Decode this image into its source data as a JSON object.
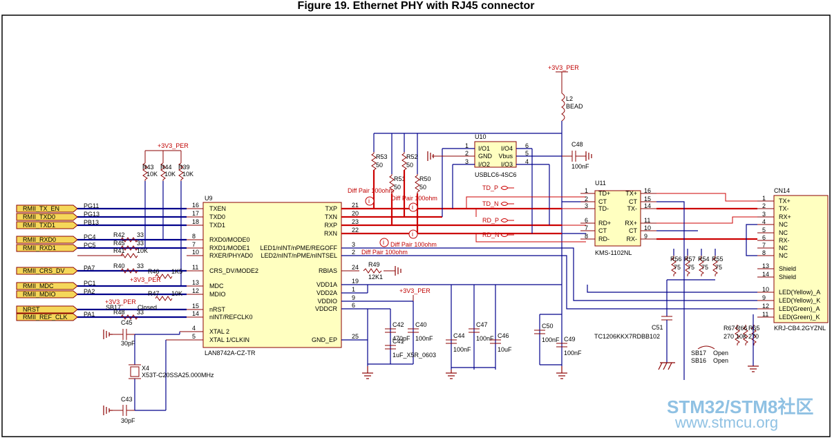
{
  "title": "Figure 19. Ethernet PHY with RJ45 connector",
  "power": "+3V3_PER",
  "l2": {
    "ref": "L2",
    "val": "BEAD"
  },
  "u9": {
    "ref": "U9",
    "part": "LAN8742A-CZ-TR",
    "left_pins": [
      {
        "num": "16",
        "name": "TXEN"
      },
      {
        "num": "17",
        "name": "TXD0"
      },
      {
        "num": "18",
        "name": "TXD1"
      },
      {
        "num": "8",
        "name": "RXD0/MODE0"
      },
      {
        "num": "7",
        "name": "RXD1/MODE1"
      },
      {
        "num": "10",
        "name": "RXER/PHYAD0"
      },
      {
        "num": "11",
        "name": "CRS_DV/MODE2"
      },
      {
        "num": "13",
        "name": "MDC"
      },
      {
        "num": "12",
        "name": "MDIO"
      },
      {
        "num": "15",
        "name": "nRST"
      },
      {
        "num": "14",
        "name": "nINT/REFCLK0"
      },
      {
        "num": "4",
        "name": "XTAL 2"
      },
      {
        "num": "5",
        "name": "XTAL 1/CLKIN"
      }
    ],
    "right_pins": [
      {
        "num": "21",
        "name": "TXP"
      },
      {
        "num": "20",
        "name": "TXN"
      },
      {
        "num": "23",
        "name": "RXP"
      },
      {
        "num": "22",
        "name": "RXN"
      },
      {
        "num": "3",
        "name": "LED1/nINT/nPME/REGOFF"
      },
      {
        "num": "2",
        "name": "LED2/nINT/nPME/nINTSEL"
      },
      {
        "num": "24",
        "name": "RBIAS"
      },
      {
        "num": "19",
        "name": "VDD1A"
      },
      {
        "num": "1",
        "name": "VDD2A"
      },
      {
        "num": "9",
        "name": "VDDIO"
      },
      {
        "num": "6",
        "name": "VDDCR"
      },
      {
        "num": "25",
        "name": "GND_EP"
      }
    ]
  },
  "ports": [
    {
      "label": "RMII_TX_EN",
      "pin": "PG11"
    },
    {
      "label": "RMII_TXD0",
      "pin": "PG13"
    },
    {
      "label": "RMII_TXD1",
      "pin": "PB13"
    },
    {
      "label": "RMII_RXD0",
      "pin": "PC4"
    },
    {
      "label": "RMII_RXD1",
      "pin": "PC5"
    },
    {
      "label": "RMII_CRS_DV",
      "pin": "PA7"
    },
    {
      "label": "RMII_MDC",
      "pin": "PC1"
    },
    {
      "label": "RMII_MDIO",
      "pin": "PA2"
    },
    {
      "label": "NRST",
      "pin": ""
    },
    {
      "label": "RMII_REF_CLK",
      "pin": "PA1"
    }
  ],
  "pullups": [
    {
      "ref": "R43",
      "val": "10K"
    },
    {
      "ref": "R44",
      "val": "10K"
    },
    {
      "ref": "R39",
      "val": "10K"
    }
  ],
  "series": [
    {
      "ref": "R42",
      "val": "33"
    },
    {
      "ref": "R45",
      "val": "33"
    },
    {
      "ref": "R41",
      "val": "10K"
    },
    {
      "ref": "R40",
      "val": "33"
    },
    {
      "ref": "R46",
      "val": "1K5"
    },
    {
      "ref": "R47",
      "val": "10K"
    },
    {
      "ref": "R48",
      "val": "33"
    }
  ],
  "sb17": {
    "ref": "SB17",
    "state": "Closed"
  },
  "caps_xtal": [
    {
      "ref": "C45",
      "val": "30pF"
    },
    {
      "ref": "C43",
      "val": "30pF"
    }
  ],
  "x4": {
    "ref": "X4",
    "part": "X53T-C20SSA25.000MHz"
  },
  "r49": {
    "ref": "R49",
    "val": "12K1"
  },
  "term_res": [
    {
      "ref": "R53",
      "val": "50"
    },
    {
      "ref": "R51",
      "val": "50"
    },
    {
      "ref": "R52",
      "val": "50"
    },
    {
      "ref": "R50",
      "val": "50"
    }
  ],
  "diff_label": "Diff Pair 100ohm",
  "u10": {
    "ref": "U10",
    "part": "USBLC6-4SC6",
    "pins": [
      {
        "l": "1",
        "name": "I/O1"
      },
      {
        "l": "2",
        "name": "GND"
      },
      {
        "l": "3",
        "name": "I/O2"
      },
      {
        "r": "6",
        "name": "I/O4"
      },
      {
        "r": "5",
        "name": "Vbus"
      },
      {
        "r": "4",
        "name": "I/O3"
      }
    ]
  },
  "c48": {
    "ref": "C48",
    "val": "100nF"
  },
  "nets": [
    "TD_P",
    "TD_N",
    "RD_P",
    "RD_N"
  ],
  "u11": {
    "ref": "U11",
    "part": "KMS-1102NL",
    "left": [
      {
        "num": "1",
        "name": "TD+"
      },
      {
        "num": "2",
        "name": "CT"
      },
      {
        "num": "3",
        "name": "TD-"
      },
      {
        "num": "6",
        "name": "RD+"
      },
      {
        "num": "7",
        "name": "CT"
      },
      {
        "num": "8",
        "name": "RD-"
      }
    ],
    "right": [
      {
        "num": "16",
        "name": "TX+"
      },
      {
        "num": "15",
        "name": "CT"
      },
      {
        "num": "14",
        "name": "TX-"
      },
      {
        "num": "11",
        "name": "RX+"
      },
      {
        "num": "10",
        "name": "CT"
      },
      {
        "num": "9",
        "name": "RX-"
      }
    ]
  },
  "cn14": {
    "ref": "CN14",
    "part": "KRJ-CB4.2GYZNL",
    "pins": [
      {
        "num": "1",
        "name": "TX+"
      },
      {
        "num": "2",
        "name": "TX-"
      },
      {
        "num": "3",
        "name": "RX+"
      },
      {
        "num": "4",
        "name": "NC"
      },
      {
        "num": "5",
        "name": "NC"
      },
      {
        "num": "6",
        "name": "RX-"
      },
      {
        "num": "7",
        "name": "NC"
      },
      {
        "num": "8",
        "name": "NC"
      },
      {
        "num": "13",
        "name": "Shield"
      },
      {
        "num": "14",
        "name": "Shield"
      },
      {
        "num": "10",
        "name": "LED(Yellow)_A"
      },
      {
        "num": "9",
        "name": "LED(Yellow)_K"
      },
      {
        "num": "12",
        "name": "LED(Green)_A"
      },
      {
        "num": "11",
        "name": "LED(Green)_K"
      }
    ]
  },
  "rj_res": [
    {
      "ref": "R56",
      "val": "75"
    },
    {
      "ref": "R57",
      "val": "75"
    },
    {
      "ref": "R54",
      "val": "75"
    },
    {
      "ref": "R55",
      "val": "75"
    }
  ],
  "led_res": [
    {
      "ref": "R67",
      "val": "270"
    },
    {
      "ref": "R66",
      "val": "10K"
    },
    {
      "ref": "R65",
      "val": "270"
    }
  ],
  "decoup": [
    {
      "ref": "C42",
      "val": "470pF"
    },
    {
      "ref": "C41",
      "val": "1uF_X5R_0603"
    },
    {
      "ref": "C40",
      "val": "100nF"
    },
    {
      "ref": "C44",
      "val": "100nF"
    },
    {
      "ref": "C47",
      "val": "100nF"
    },
    {
      "ref": "C46",
      "val": "10uF"
    },
    {
      "ref": "C50",
      "val": "100nF"
    },
    {
      "ref": "C49",
      "val": "100nF"
    }
  ],
  "c51": {
    "ref": "C51",
    "part": "TC1206KKX7RDBB102"
  },
  "sb_open": [
    {
      "ref": "SB17",
      "state": "Open"
    },
    {
      "ref": "SB16",
      "state": "Open"
    }
  ],
  "watermark": {
    "line1a": "STM32/",
    "line1b": "STM8",
    "line1c": "社区",
    "line2": "www.stmcu.org"
  }
}
